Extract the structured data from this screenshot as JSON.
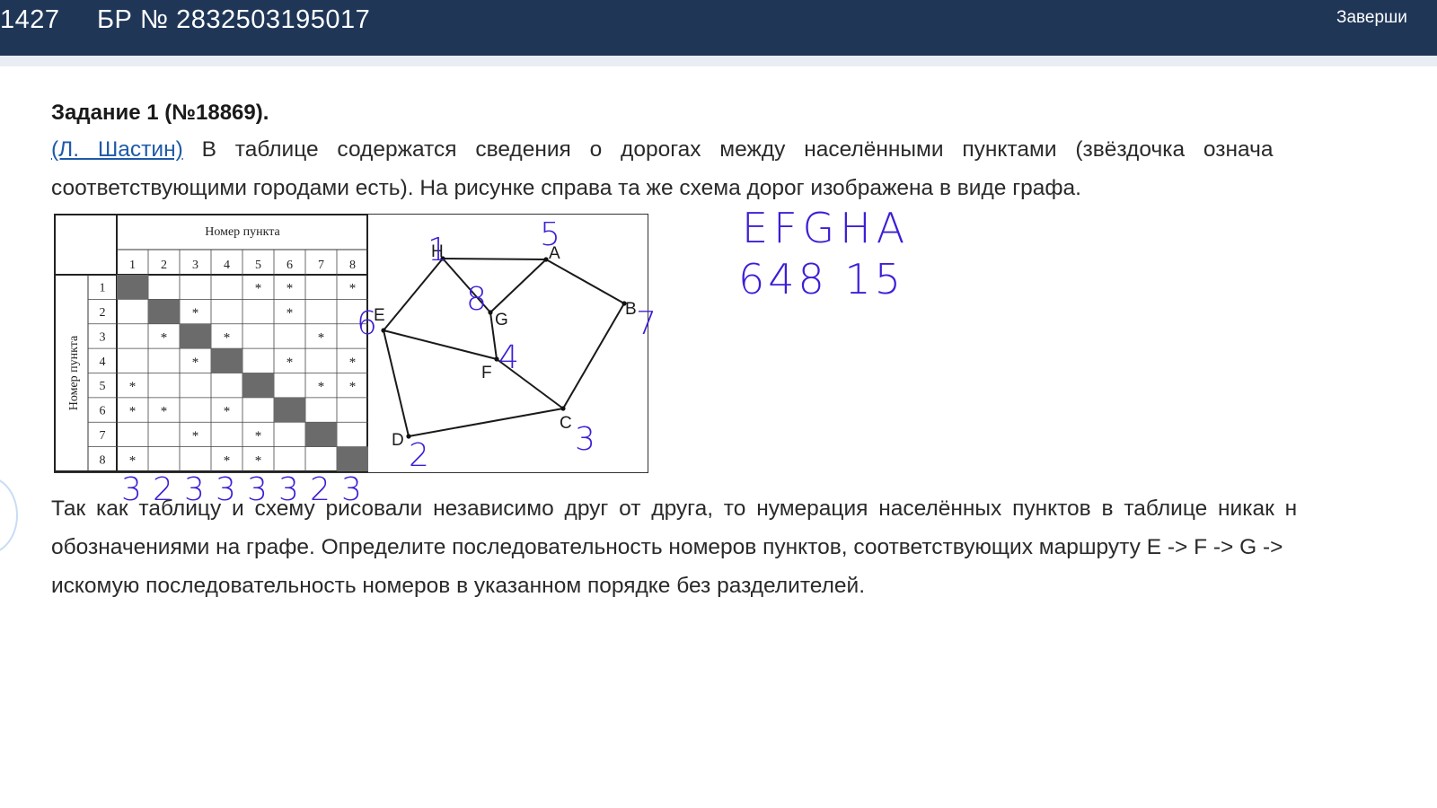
{
  "header": {
    "variant_id": "1427",
    "br_number": "БР № 2832503195017",
    "finish_button": "Заверши"
  },
  "task": {
    "title": "Задание 1 (№18869).",
    "author": "(Л. Шастин)",
    "line1_rest": "В таблице содержатся сведения о дорогах между населёнными пунктами (звёздочка означа",
    "line2": "соответствующими городами есть). На рисунке справа та же схема дорог изображена в виде графа.",
    "line3": "Так как таблицу и схему рисовали независимо друг от друга, то нумерация населённых пунктов в таблице никак н",
    "line4": "обозначениями на графе. Определите последовательность номеров пунктов, соответствующих маршруту E -> F -> G ->",
    "line5": "искомую последовательность номеров в указанном порядке без разделителей."
  },
  "table": {
    "header_top": "Номер пункта",
    "header_side": "Номер пункта",
    "col_numbers": [
      "1",
      "2",
      "3",
      "4",
      "5",
      "6",
      "7",
      "8"
    ],
    "row_numbers": [
      "1",
      "2",
      "3",
      "4",
      "5",
      "6",
      "7",
      "8"
    ],
    "star": "*",
    "cells": [
      [
        0,
        0,
        0,
        0,
        1,
        1,
        0,
        1
      ],
      [
        0,
        0,
        1,
        0,
        0,
        1,
        0,
        0
      ],
      [
        0,
        1,
        0,
        1,
        0,
        0,
        1,
        0
      ],
      [
        0,
        0,
        1,
        0,
        0,
        1,
        0,
        1
      ],
      [
        1,
        0,
        0,
        0,
        0,
        0,
        1,
        1
      ],
      [
        1,
        1,
        0,
        1,
        0,
        0,
        0,
        0
      ],
      [
        0,
        0,
        1,
        0,
        1,
        0,
        0,
        0
      ],
      [
        1,
        0,
        0,
        1,
        1,
        0,
        0,
        0
      ]
    ]
  },
  "graph": {
    "nodes": [
      "H",
      "A",
      "B",
      "G",
      "E",
      "F",
      "C",
      "D"
    ],
    "edges": [
      [
        "H",
        "A"
      ],
      [
        "H",
        "E"
      ],
      [
        "H",
        "G"
      ],
      [
        "A",
        "G"
      ],
      [
        "A",
        "B"
      ],
      [
        "B",
        "C"
      ],
      [
        "E",
        "F"
      ],
      [
        "E",
        "D"
      ],
      [
        "G",
        "F"
      ],
      [
        "F",
        "C"
      ],
      [
        "D",
        "C"
      ]
    ]
  },
  "handwriting": {
    "color": "#3b1fd6",
    "sequence_letters": "EFGHA",
    "sequence_numbers": "648 15",
    "node_marks": {
      "H": "1",
      "A": "5",
      "B": "7",
      "G": "8",
      "E": "6",
      "F": "4",
      "C": "3",
      "D": "2"
    },
    "degree_marks": [
      "3",
      "2",
      "3",
      "3",
      "3",
      "3",
      "2",
      "3"
    ]
  }
}
